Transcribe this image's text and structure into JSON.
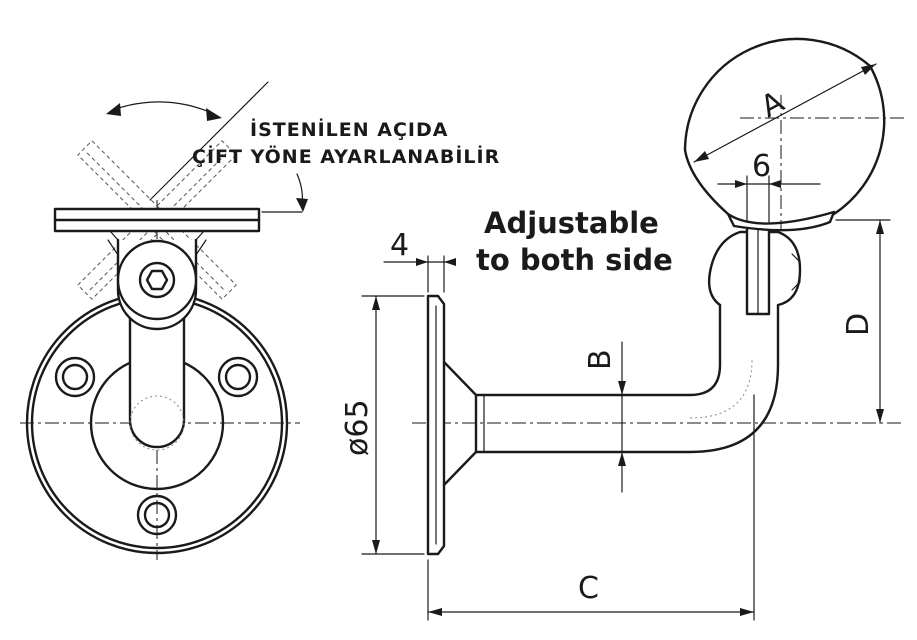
{
  "diagram": {
    "note_tr_line1": "İSTENİLEN AÇIDA",
    "note_tr_line2": "ÇİFT YÖNE AYARLANABİLİR",
    "note_en_line1": "Adjustable",
    "note_en_line2": "to both side",
    "dim_thickness": "4",
    "dim_diameter": "ø65",
    "dim_b": "B",
    "dim_a": "A",
    "dim_6": "6",
    "dim_d": "D",
    "dim_c": "C"
  }
}
